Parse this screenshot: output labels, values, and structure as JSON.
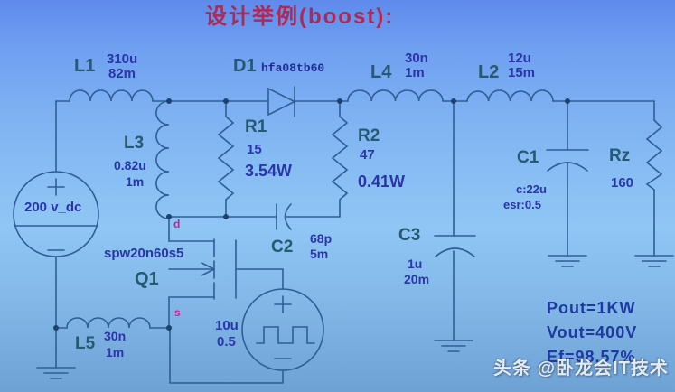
{
  "title": "设计举例(boost):",
  "watermark": "头条 @卧龙会IT技术",
  "colors": {
    "background_top": "#5f8aec",
    "background_middle": "#8fc6f5",
    "background_bottom": "#6fa2d4",
    "wire": "#2e5e95",
    "refdes_text": "#255a70",
    "value_text": "#2a35a8",
    "pin_label_text": "#c81f8f",
    "title_text": "#ad2a55",
    "results_text": "#1e3aa0"
  },
  "components": {
    "L1": {
      "ref": "L1",
      "inductance": "310u",
      "resistance": "82m"
    },
    "L3": {
      "ref": "L3",
      "inductance": "0.82u",
      "resistance": "1m"
    },
    "L4": {
      "ref": "L4",
      "inductance": "30n",
      "resistance": "1m"
    },
    "L2": {
      "ref": "L2",
      "inductance": "12u",
      "resistance": "15m"
    },
    "L5": {
      "ref": "L5",
      "inductance": "30n",
      "resistance": "1m"
    },
    "D1": {
      "ref": "D1",
      "part_number": "hfa08tb60"
    },
    "R1": {
      "ref": "R1",
      "resistance": "15",
      "power": "3.54W"
    },
    "R2": {
      "ref": "R2",
      "resistance": "47",
      "power": "0.41W"
    },
    "Rz": {
      "ref": "Rz",
      "resistance": "160"
    },
    "C1": {
      "ref": "C1",
      "capacitance": "c:22u",
      "esr": "esr:0.5"
    },
    "C2": {
      "ref": "C2",
      "capacitance": "68p",
      "esr": "5m"
    },
    "C3": {
      "ref": "C3",
      "capacitance": "1u",
      "esr": "20m"
    },
    "Q1": {
      "ref": "Q1",
      "part_number": "spw20n60s5",
      "drain_pin": "d",
      "source_pin": "s"
    },
    "V_dc": {
      "label": "200 v_dc"
    },
    "V_pulse": {
      "value1": "10u",
      "value2": "0.5"
    }
  },
  "results": {
    "pout": "Pout=1KW",
    "vout": "Vout=400V",
    "efficiency": "Ef=98.57%"
  }
}
